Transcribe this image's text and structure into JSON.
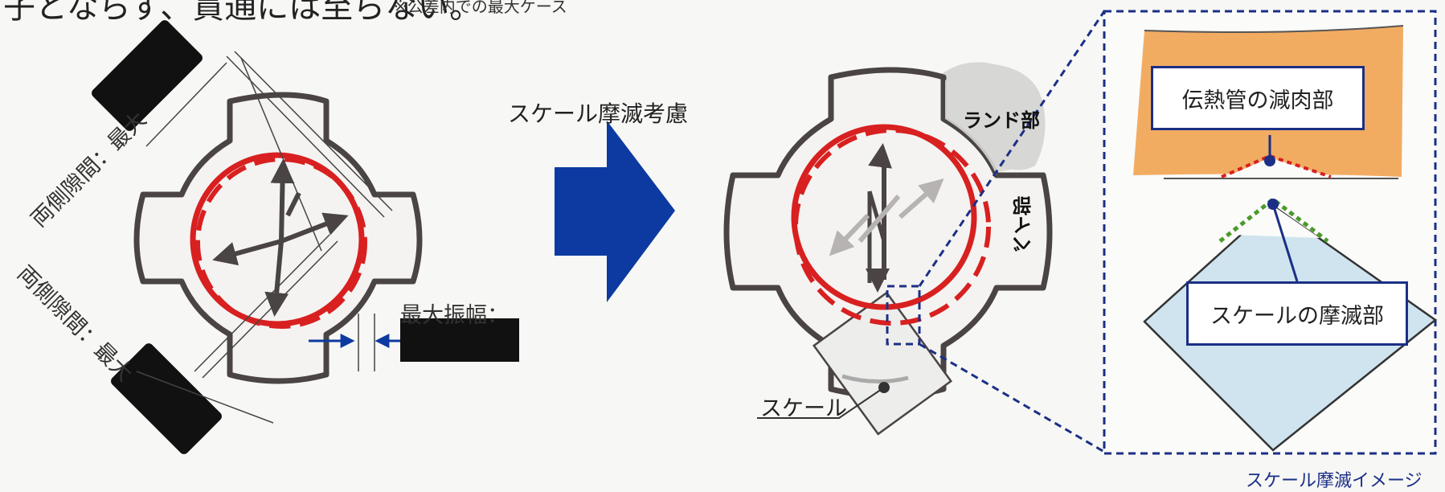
{
  "top": {
    "cut_text": "子とならず、貫通には至らない。",
    "cut_note": "※公差内での最大ケース"
  },
  "left": {
    "gap_label_top": "両側隙間：最大",
    "gap_label_bottom": "両側隙間：最大",
    "max_amplitude_label": "最大振幅："
  },
  "middle": {
    "arrow_label": "スケール摩滅考慮",
    "land_label": "ランド部",
    "bay_label": "ベイ部",
    "scale_label": "スケール"
  },
  "inset": {
    "tube_wear_label": "伝熱管の減肉部",
    "scale_wear_label": "スケールの摩滅部",
    "caption": "スケール摩滅イメージ"
  },
  "colors": {
    "tube_red": "#d82020",
    "frame_dark": "#4a4444",
    "arrow_blue": "#0c3aa0",
    "inset_border": "#1b2f86",
    "tube_orange": "#f2ac62",
    "scale_blue": "#cfe4ef",
    "wear_green": "#4c9a2a"
  }
}
